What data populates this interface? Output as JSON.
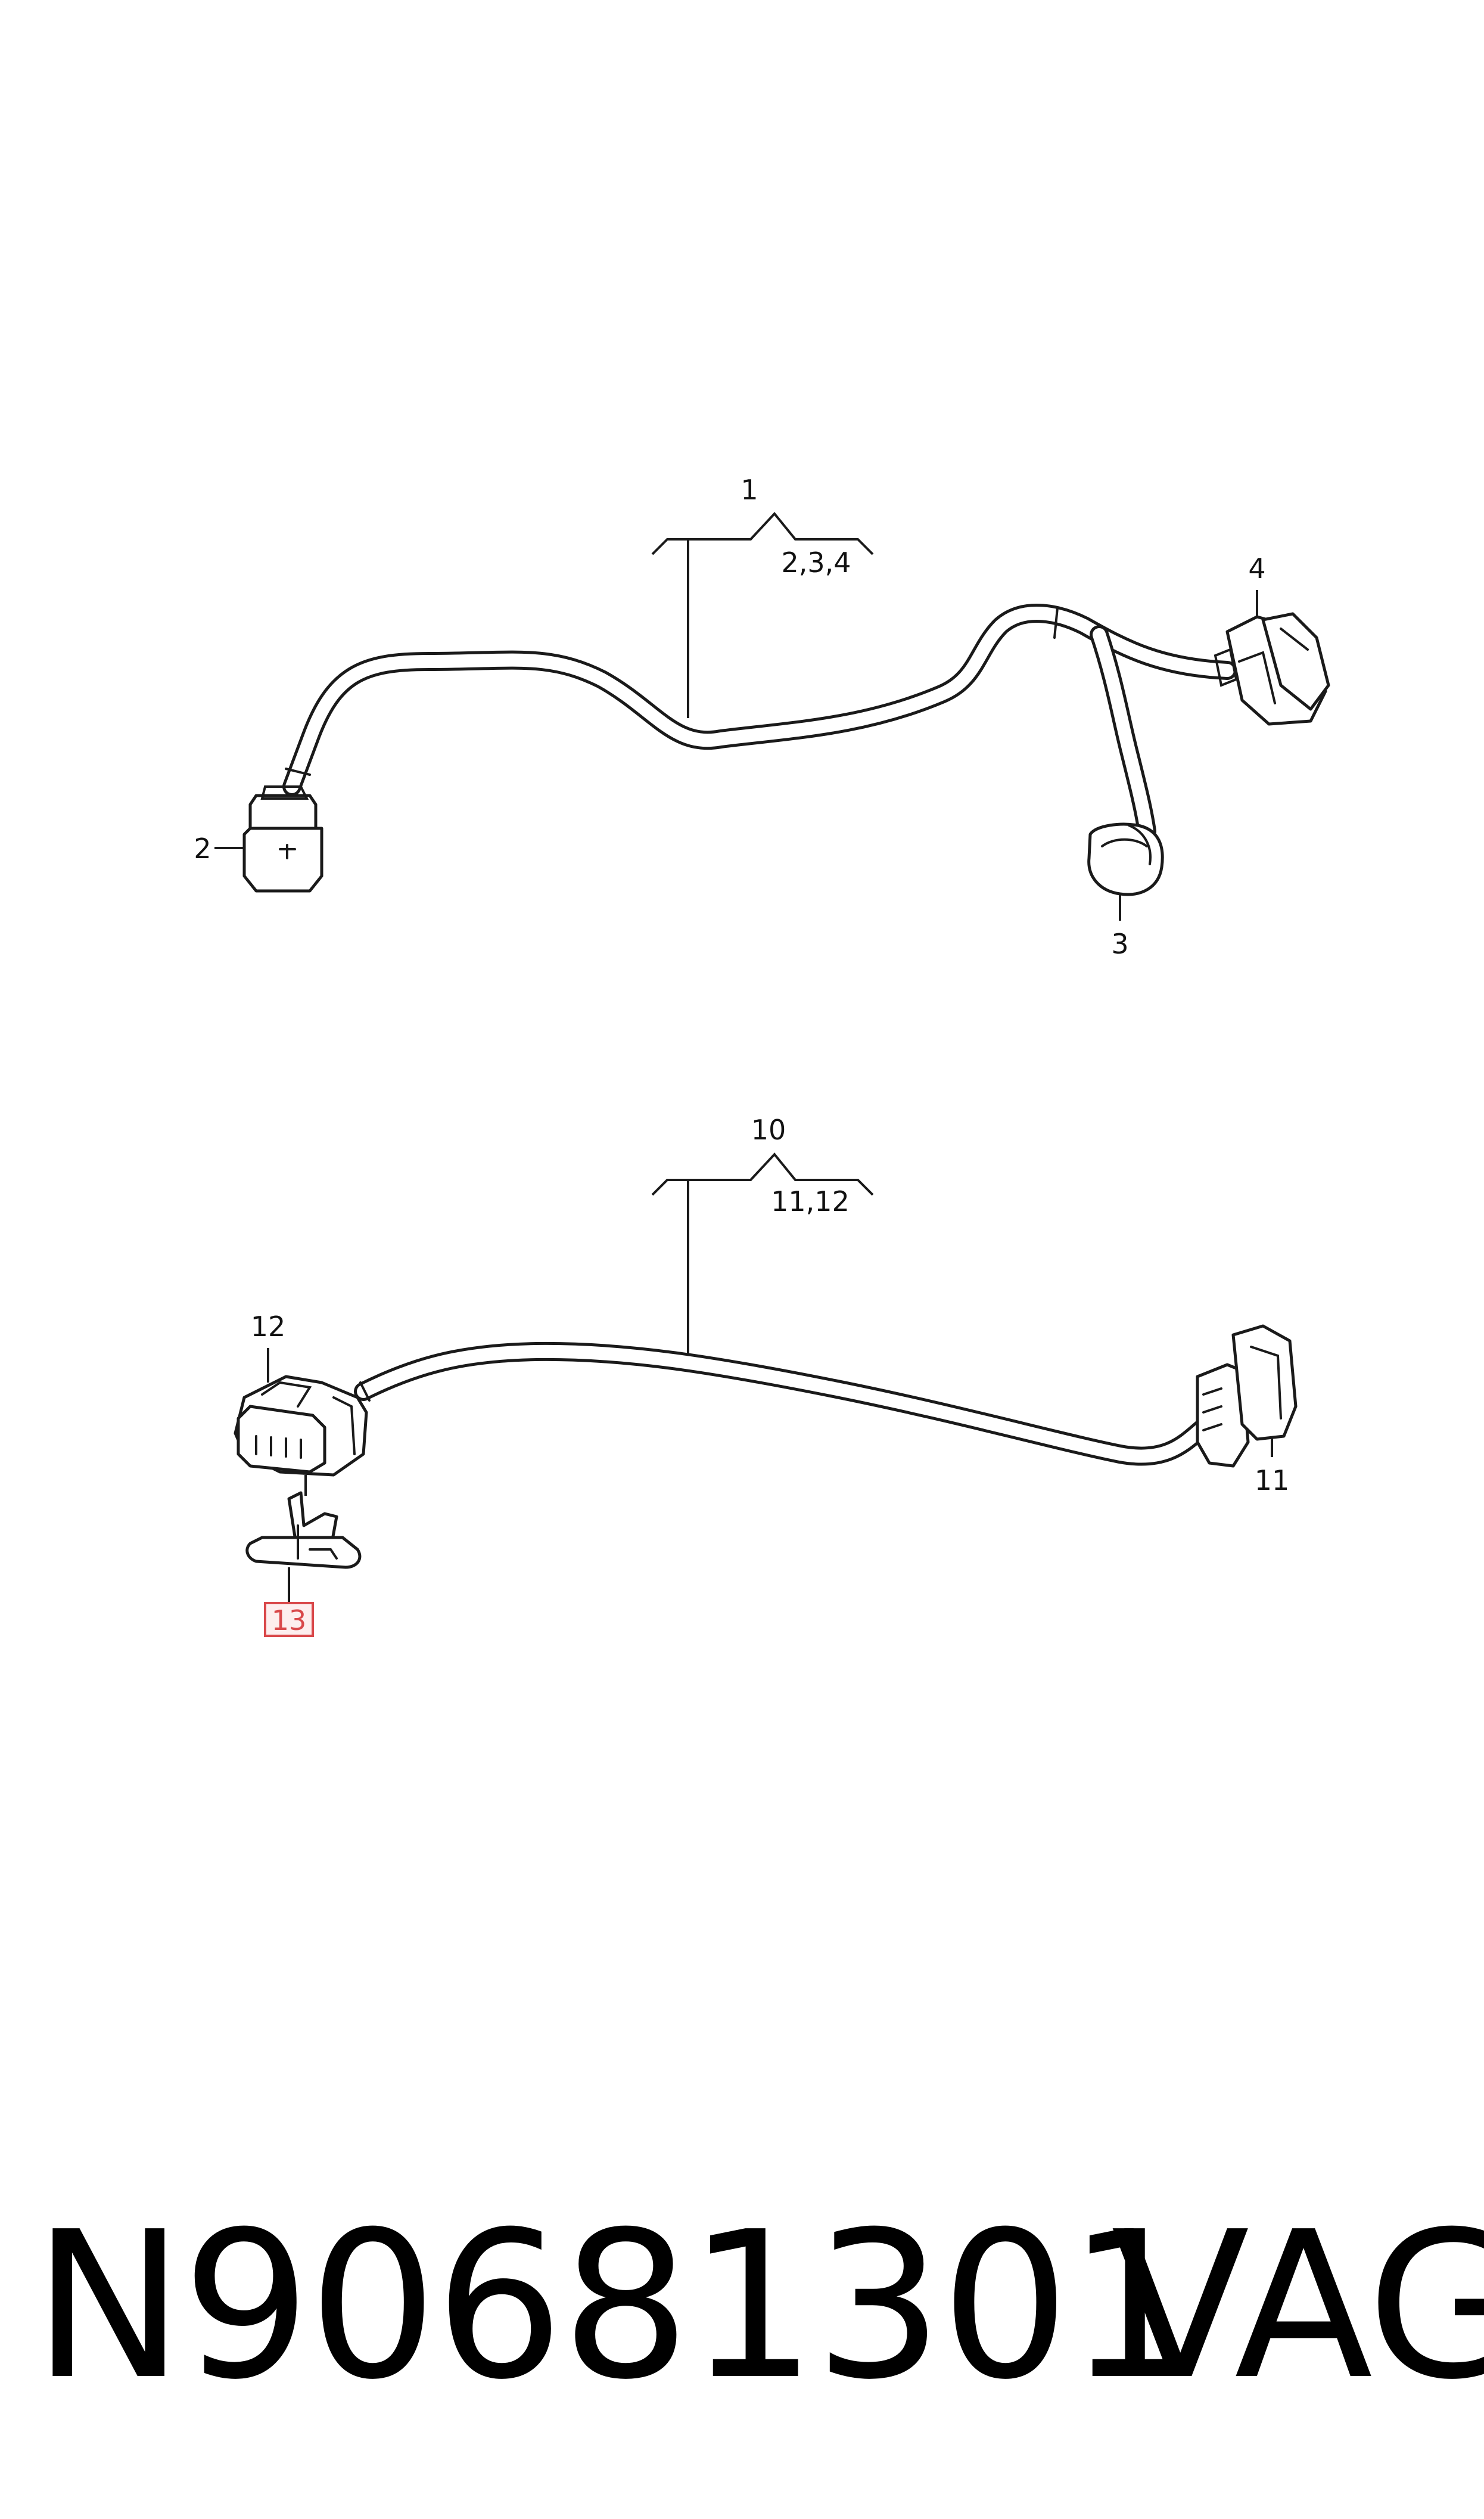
{
  "diagram": {
    "callouts": {
      "c1": "1",
      "c1_sub": "2,3,4",
      "c2": "2",
      "c3": "3",
      "c4": "4",
      "c10": "10",
      "c10_sub": "11,12",
      "c11": "11",
      "c12": "12",
      "c13": "13"
    },
    "highlight_color": "#d9484a",
    "highlighted_callout": "13"
  },
  "footer": {
    "part_number": "N90681301",
    "brand": "VAG"
  }
}
